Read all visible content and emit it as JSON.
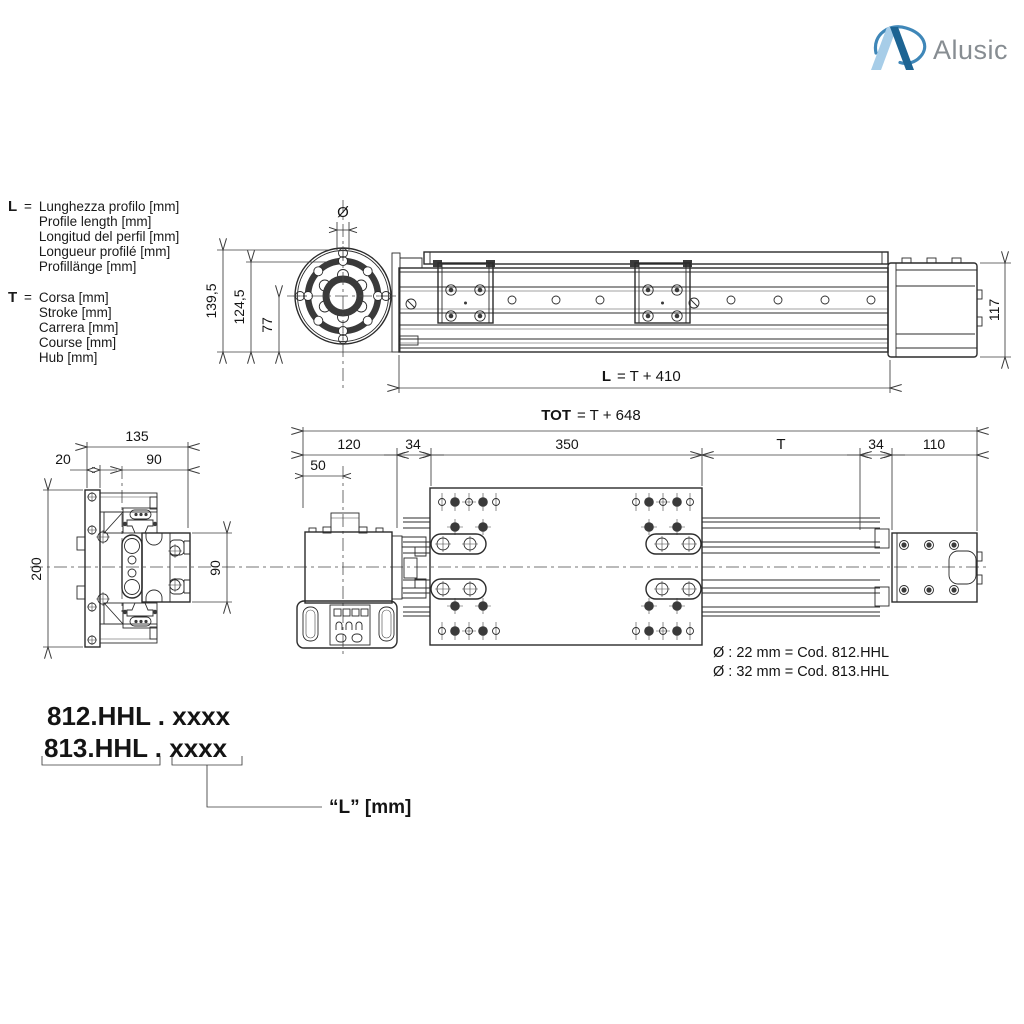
{
  "logo": {
    "text": "Alusic"
  },
  "legend": {
    "l": {
      "symbol": "L",
      "eq": "=",
      "lines": [
        "Lunghezza profilo [mm]",
        "Profile length [mm]",
        "Longitud del perfil [mm]",
        "Longueur profilé [mm]",
        "Profillänge [mm]"
      ]
    },
    "t": {
      "symbol": "T",
      "eq": "=",
      "lines": [
        "Corsa [mm]",
        "Stroke [mm]",
        "Carrera [mm]",
        "Course [mm]",
        "Hub [mm]"
      ]
    }
  },
  "side_view": {
    "dia_symbol": "Ø",
    "dim_total_height": "139,5",
    "dim_flange_height": "124,5",
    "dim_center_height": "77",
    "dim_end_height": "117",
    "formula_bold": "L",
    "formula_rest": "= T + 410"
  },
  "top_view": {
    "formula_bold": "TOT",
    "formula_rest": "= T + 648",
    "dim_motor": "120",
    "dim_gap_left": "34",
    "dim_plate": "350",
    "dim_stroke": "T",
    "dim_gap_right": "34",
    "dim_end_block": "110",
    "dim_motor_center": "50"
  },
  "end_view": {
    "dim_width": "135",
    "dim_plate_thickness": "20",
    "dim_slot": "90",
    "dim_height": "200",
    "dim_profile": "90"
  },
  "codes": {
    "line1": "Ø : 22 mm = Cod. 812.HHL",
    "line2": "Ø : 32 mm = Cod. 813.HHL"
  },
  "part_numbers": {
    "code1": "812.HHL . xxxx",
    "code2": "813.HHL . xxxx",
    "l_label": "“L” [mm]"
  }
}
